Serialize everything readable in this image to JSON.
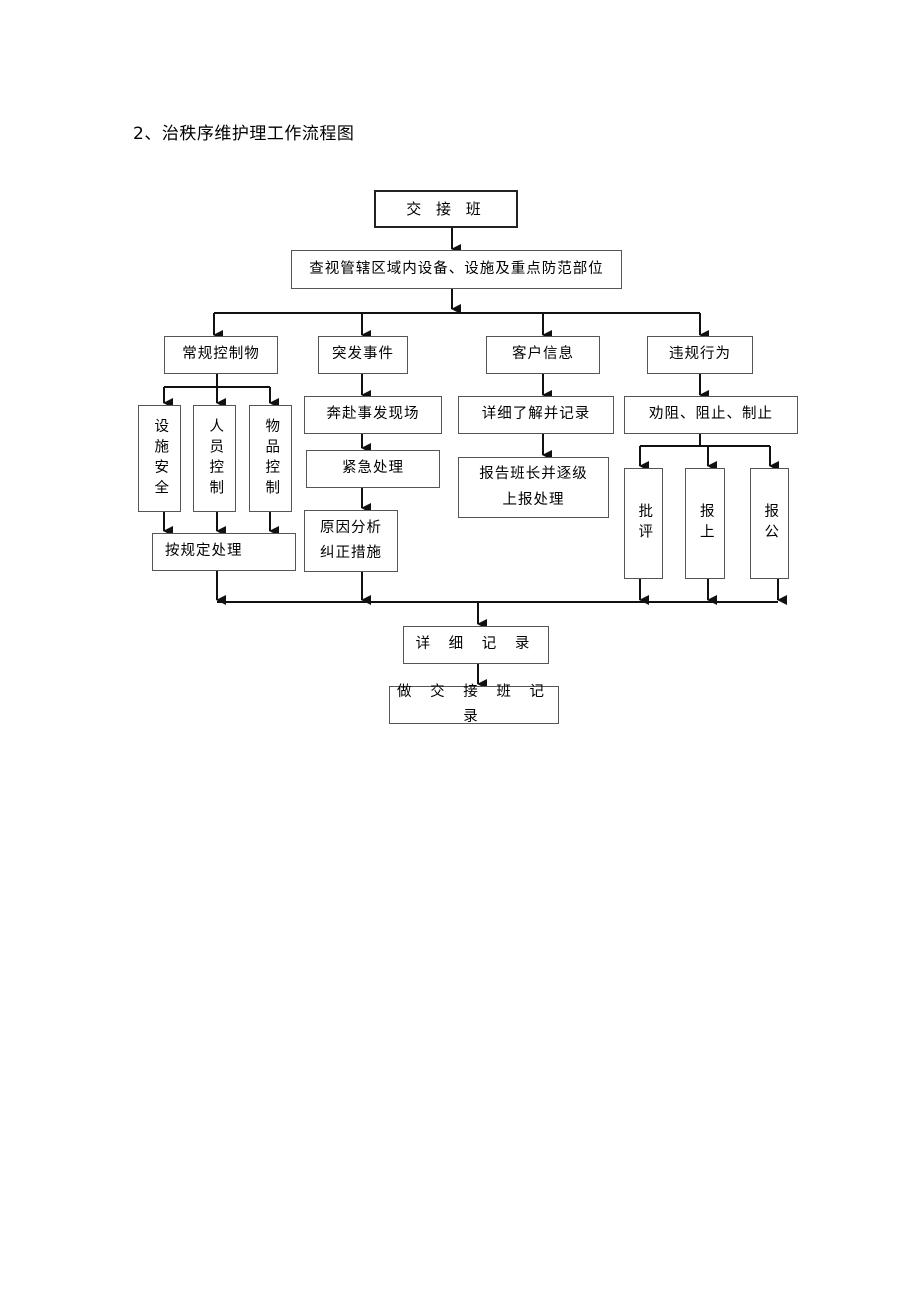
{
  "heading": "2、治秩序维护理工作流程图",
  "nodes": {
    "shift_handover": "交 接 班",
    "patrol_area": "查视管辖区域内设备、设施及重点防范部位",
    "routine_control": "常规控制物",
    "emergency_event": "突发事件",
    "customer_info": "客户信息",
    "violation": "违规行为",
    "facility_safety": "设施安全",
    "personnel_control": "人员控制",
    "goods_control": "物品控制",
    "handle_by_rules": "按规定处理",
    "rush_to_scene": "奔赴事发现场",
    "emergency_handling": "紧急处理",
    "cause_analysis": "原因分析\n纠正措施",
    "understand_record": "详细了解并记录",
    "report_leader": "报告班长并逐级\n上报处理",
    "dissuade_stop": "劝阻、阻止、制止",
    "criticize": "批评",
    "report_up": "报上",
    "report_public": "报公",
    "detailed_record": "详 细 记 录",
    "handover_record": "做 交 接 班 记 录"
  }
}
